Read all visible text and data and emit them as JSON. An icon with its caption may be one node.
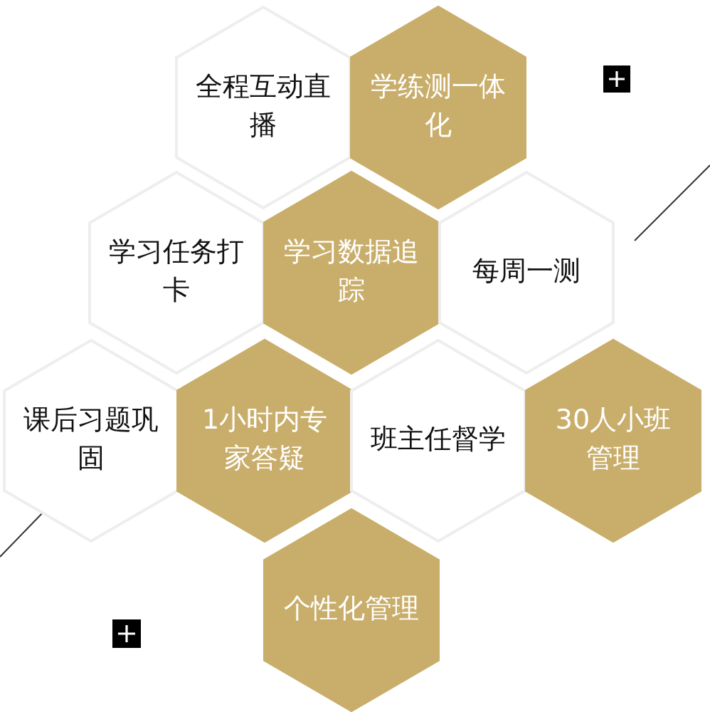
{
  "diagram": {
    "nodes": [
      {
        "text": [
          "全程互动直播"
        ]
      },
      {
        "text": [
          "学练测一体化"
        ]
      },
      {
        "text": [
          "学习任务打卡"
        ]
      },
      {
        "text": [
          "学习数据追踪"
        ]
      },
      {
        "text": [
          "每周一测"
        ]
      },
      {
        "text": [
          "课后习题巩固"
        ]
      },
      {
        "text": [
          "1小时内专家答疑"
        ]
      },
      {
        "text": [
          "班主任督学"
        ]
      },
      {
        "text": [
          "30人小班管理"
        ]
      },
      {
        "text": [
          "个性化管理"
        ]
      }
    ]
  }
}
